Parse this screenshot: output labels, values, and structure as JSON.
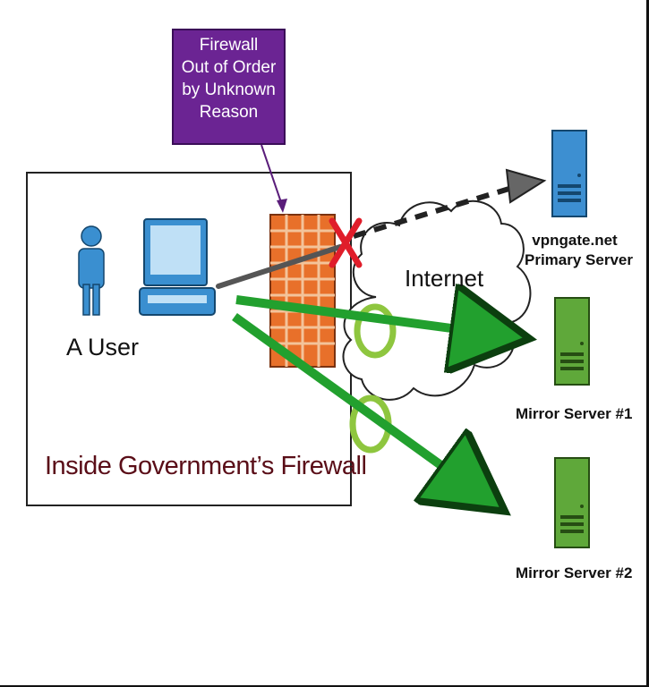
{
  "callout": {
    "lines": [
      "Firewall",
      "Out of Order",
      "by Unknown",
      "Reason"
    ]
  },
  "zone": {
    "label": "Inside Government’s Firewall"
  },
  "user": {
    "label": "A User"
  },
  "cloud": {
    "label": "Internet"
  },
  "servers": {
    "primary": {
      "line1": "vpngate.net",
      "line2": "Primary Server"
    },
    "mirror1": {
      "label": "Mirror Server #1"
    },
    "mirror2": {
      "label": "Mirror Server #2"
    }
  },
  "colors": {
    "callout": "#6b2493",
    "brick": "#e8702a",
    "mortar": "#f3c39a",
    "primary_server": "#3d8fd1",
    "mirror_server": "#5fa83a",
    "green_arrow": "#22a02e",
    "blocked_x": "#e01d2a",
    "person": "#3a8fd0"
  },
  "icons": [
    "person-icon",
    "laptop-icon",
    "brick-firewall-icon",
    "cloud-icon",
    "server-icon",
    "x-mark-icon",
    "ring-icon"
  ]
}
